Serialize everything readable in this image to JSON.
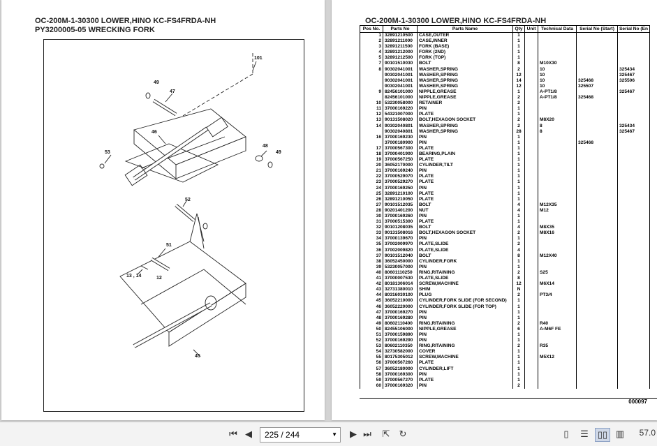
{
  "viewer": {
    "page_current": "225",
    "page_total": "244",
    "page_label": "225 / 244",
    "zoom": "57.0",
    "icons": [
      "first-page-icon",
      "prev-page-icon",
      "next-page-icon",
      "last-page-icon",
      "fit-page-icon",
      "rotate-icon",
      "single-page-icon",
      "continuous-icon",
      "two-page-icon",
      "two-page-continuous-icon"
    ]
  },
  "left_page": {
    "title_line1": "OC-200M-1-30300 LOWER,HINO KC-FS4FRDA-NH",
    "title_line2": "PY3200005-05 WRECKING FORK",
    "callouts": [
      "101",
      "47",
      "49",
      "46",
      "53",
      "48",
      "49",
      "52",
      "51",
      "13 , 14",
      "12",
      "45"
    ]
  },
  "right_page": {
    "title": "OC-200M-1-30300 LOWER,HINO KC-FS4FRDA-NH",
    "columns": [
      "Pos No.",
      "Parts No",
      "Parts Name",
      "Qty",
      "Unit",
      "Technical Data",
      "Serial No (Start)",
      "Serial No (En"
    ],
    "rows": [
      [
        "1",
        "32891210500",
        "CASE,OUTER",
        "1",
        "",
        "",
        "",
        ""
      ],
      [
        "2",
        "32891211000",
        "CASE,INNER",
        "1",
        "",
        "",
        "",
        ""
      ],
      [
        "3",
        "32891211500",
        "FORK (BASE)",
        "1",
        "",
        "",
        "",
        ""
      ],
      [
        "4",
        "32891212000",
        "FORK (2ND)",
        "1",
        "",
        "",
        "",
        ""
      ],
      [
        "5",
        "32891212500",
        "FORK (TOP)",
        "1",
        "",
        "",
        "",
        ""
      ],
      [
        "7",
        "90101510030",
        "BOLT",
        "8",
        "",
        "M10X30",
        "",
        ""
      ],
      [
        "8",
        "90302041001",
        "WASHER,SPRING",
        "2",
        "",
        "10",
        "",
        "325434"
      ],
      [
        "",
        "90302041001",
        "WASHER,SPRING",
        "12",
        "",
        "10",
        "",
        "325467"
      ],
      [
        "",
        "90302041001",
        "WASHER,SPRING",
        "14",
        "",
        "10",
        "325468",
        "325506"
      ],
      [
        "",
        "90302041001",
        "WASHER,SPRING",
        "12",
        "",
        "10",
        "325507",
        ""
      ],
      [
        "9",
        "82456101000",
        "NIPPLE,GREASE",
        "1",
        "",
        "A-PT1/8",
        "",
        "325467"
      ],
      [
        "",
        "82456101000",
        "NIPPLE,GREASE",
        "2",
        "",
        "A-PT1/8",
        "325468",
        ""
      ],
      [
        "10",
        "53230058000",
        "RETAINER",
        "2",
        "",
        "",
        "",
        ""
      ],
      [
        "11",
        "37000169220",
        "PIN",
        "1",
        "",
        "",
        "",
        ""
      ],
      [
        "12",
        "54321007000",
        "PLATE",
        "1",
        "",
        "",
        "",
        ""
      ],
      [
        "13",
        "90131508020",
        "BOLT,HEXAGON SOCKET",
        "2",
        "",
        "M8X20",
        "",
        ""
      ],
      [
        "14",
        "90302040801",
        "WASHER,SPRING",
        "2",
        "",
        "8",
        "",
        "325434"
      ],
      [
        "",
        "90302040801",
        "WASHER,SPRING",
        "28",
        "",
        "8",
        "",
        "325467"
      ],
      [
        "16",
        "37000169230",
        "PIN",
        "1",
        "",
        "",
        "",
        ""
      ],
      [
        "",
        "37000180900",
        "PIN",
        "1",
        "",
        "",
        "325468",
        ""
      ],
      [
        "17",
        "37000567300",
        "PLATE",
        "1",
        "",
        "",
        "",
        ""
      ],
      [
        "18",
        "37000401900",
        "BEARING,PLAIN",
        "1",
        "",
        "",
        "",
        ""
      ],
      [
        "19",
        "37000567250",
        "PLATE",
        "1",
        "",
        "",
        "",
        ""
      ],
      [
        "20",
        "36052170000",
        "CYLINDER,TILT",
        "1",
        "",
        "",
        "",
        ""
      ],
      [
        "21",
        "37000169240",
        "PIN",
        "1",
        "",
        "",
        "",
        ""
      ],
      [
        "22",
        "37000529070",
        "PLATE",
        "1",
        "",
        "",
        "",
        ""
      ],
      [
        "23",
        "37000529270",
        "PLATE",
        "1",
        "",
        "",
        "",
        ""
      ],
      [
        "24",
        "37000169250",
        "PIN",
        "1",
        "",
        "",
        "",
        ""
      ],
      [
        "25",
        "32891210100",
        "PLATE",
        "1",
        "",
        "",
        "",
        ""
      ],
      [
        "26",
        "32891210050",
        "PLATE",
        "1",
        "",
        "",
        "",
        ""
      ],
      [
        "27",
        "90101512035",
        "BOLT",
        "4",
        "",
        "M12X35",
        "",
        ""
      ],
      [
        "28",
        "90201401200",
        "NUT",
        "4",
        "",
        "M12",
        "",
        ""
      ],
      [
        "30",
        "37000169260",
        "PIN",
        "1",
        "",
        "",
        "",
        ""
      ],
      [
        "31",
        "37000515300",
        "PLATE",
        "1",
        "",
        "",
        "",
        ""
      ],
      [
        "32",
        "90101208035",
        "BOLT",
        "4",
        "",
        "M8X35",
        "",
        ""
      ],
      [
        "33",
        "90131508016",
        "BOLT,HEXAGON SOCKET",
        "2",
        "",
        "M8X16",
        "",
        ""
      ],
      [
        "34",
        "37000139670",
        "PIN",
        "1",
        "",
        "",
        "",
        ""
      ],
      [
        "35",
        "37002009970",
        "PLATE,SLIDE",
        "2",
        "",
        "",
        "",
        ""
      ],
      [
        "36",
        "37002009820",
        "PLATE,SLIDE",
        "4",
        "",
        "",
        "",
        ""
      ],
      [
        "37",
        "90101512040",
        "BOLT",
        "8",
        "",
        "M12X40",
        "",
        ""
      ],
      [
        "38",
        "36052450000",
        "CYLINDER,FORK",
        "1",
        "",
        "",
        "",
        ""
      ],
      [
        "39",
        "53230057000",
        "PIN",
        "1",
        "",
        "",
        "",
        ""
      ],
      [
        "40",
        "80601110250",
        "RING,RITAINING",
        "2",
        "",
        "S25",
        "",
        ""
      ],
      [
        "41",
        "37000007530",
        "PLATE,SLIDE",
        "8",
        "",
        "",
        "",
        ""
      ],
      [
        "42",
        "80181306014",
        "SCREW,MACHINE",
        "12",
        "",
        "M6X14",
        "",
        ""
      ],
      [
        "43",
        "32731380010",
        "SHIM",
        "N",
        "",
        "",
        "",
        ""
      ],
      [
        "44",
        "80316030100",
        "PLUG",
        "2",
        "",
        "PT3/4",
        "",
        ""
      ],
      [
        "45",
        "36052210000",
        "CYLINDER,FORK SLIDE (FOR SECOND)",
        "1",
        "",
        "",
        "",
        ""
      ],
      [
        "46",
        "36052220000",
        "CYLINDER,FORK SLIDE (FOR TOP)",
        "1",
        "",
        "",
        "",
        ""
      ],
      [
        "47",
        "37000169270",
        "PIN",
        "1",
        "",
        "",
        "",
        ""
      ],
      [
        "48",
        "37000169280",
        "PIN",
        "1",
        "",
        "",
        "",
        ""
      ],
      [
        "49",
        "80602110400",
        "RING,RITAINING",
        "2",
        "",
        "R40",
        "",
        ""
      ],
      [
        "50",
        "82455106000",
        "NIPPLE,GREASE",
        "6",
        "",
        "A-M6F FE",
        "",
        ""
      ],
      [
        "51",
        "37000159890",
        "PIN",
        "1",
        "",
        "",
        "",
        ""
      ],
      [
        "52",
        "37000169290",
        "PIN",
        "1",
        "",
        "",
        "",
        ""
      ],
      [
        "53",
        "80602110350",
        "RING,RITAINING",
        "2",
        "",
        "R35",
        "",
        ""
      ],
      [
        "54",
        "32730582000",
        "COVER",
        "1",
        "",
        "",
        "",
        ""
      ],
      [
        "55",
        "80175305012",
        "SCREW,MACHINE",
        "1",
        "",
        "M5X12",
        "",
        ""
      ],
      [
        "56",
        "37000567260",
        "PLATE",
        "1",
        "",
        "",
        "",
        ""
      ],
      [
        "57",
        "36052180000",
        "CYLINDER,LIFT",
        "1",
        "",
        "",
        "",
        ""
      ],
      [
        "58",
        "37000169300",
        "PIN",
        "1",
        "",
        "",
        "",
        ""
      ],
      [
        "59",
        "37000567270",
        "PLATE",
        "1",
        "",
        "",
        "",
        ""
      ],
      [
        "60",
        "37000169320",
        "PIN",
        "2",
        "",
        "",
        "",
        ""
      ]
    ],
    "doc_code": "000097"
  }
}
